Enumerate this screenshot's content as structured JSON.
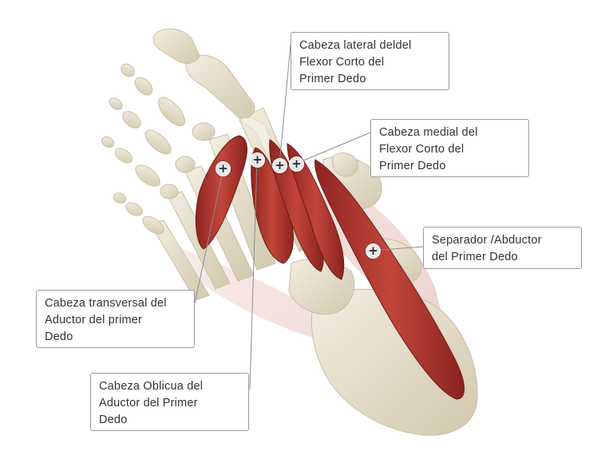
{
  "labels": {
    "flexor_lateral": "Cabeza lateral deldel\nFlexor Corto del\nPrimer Dedo",
    "flexor_medial": "Cabeza medial del\nFlexor Corto del\nPrimer Dedo",
    "abductor": "Separador /Abductor\ndel Primer Dedo",
    "adductor_transverse": "Cabeza transversal del\nAductor del primer\nDedo",
    "adductor_oblique": "Cabeza Oblicua del\nAductor del Primer\nDedo"
  },
  "marker_symbol": "+",
  "colors": {
    "bone": "#e9e2cf",
    "bone_shadow": "#c9bfa6",
    "muscle": "#b5362c",
    "muscle_dark": "#7e1f1a",
    "tendon": "#f1ece0",
    "leader_line": "#8c8c8c",
    "callout_border": "#9a9a9a"
  }
}
